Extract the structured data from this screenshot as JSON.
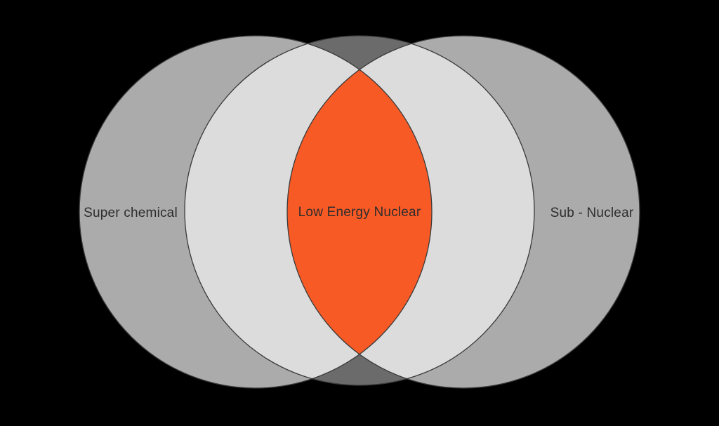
{
  "diagram": {
    "type": "venn",
    "left_circle_label": "Super chemical",
    "right_circle_label": "Sub - Nuclear",
    "overlap_label": "Low Energy Nuclear"
  },
  "colors": {
    "background": "#000000",
    "outer_circle_fill": "#ababab",
    "middle_circle_over_black": "#6b6b6b",
    "middle_circle_over_gray": "#dcdcdc",
    "overlap_fill": "#f85a25",
    "outline": "#3a3a3a",
    "label_text": "#2d2d2d"
  }
}
